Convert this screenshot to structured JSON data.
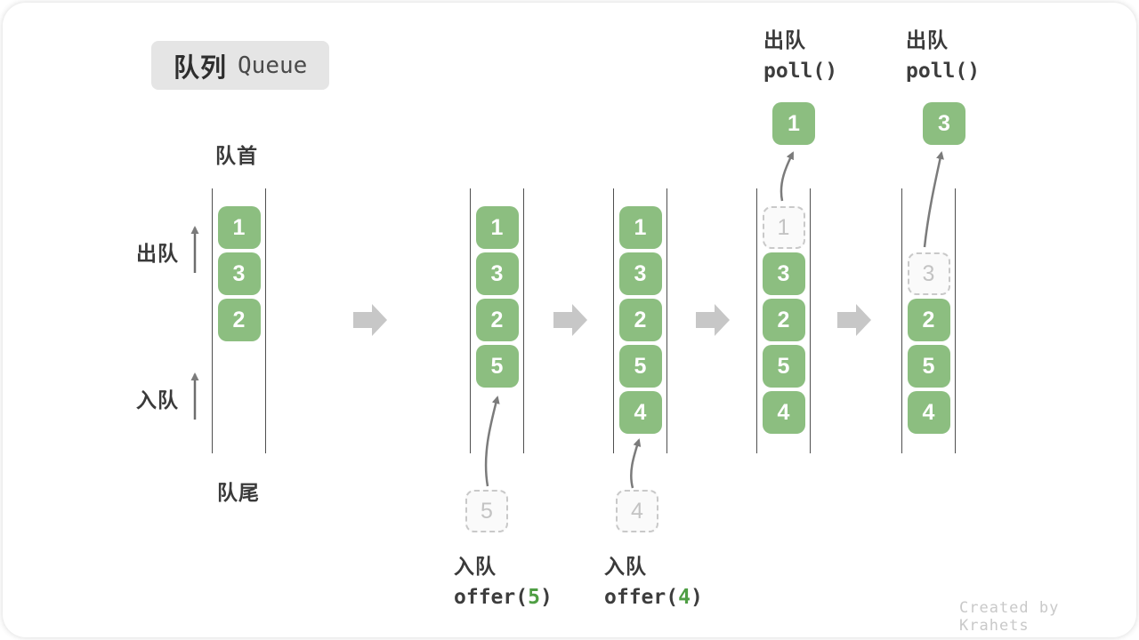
{
  "title": {
    "zh": "队列",
    "en": "Queue"
  },
  "labels": {
    "front": "队首",
    "rear": "队尾",
    "dequeue": "出队",
    "enqueue": "入队"
  },
  "columns": [
    {
      "boxes": [
        "1",
        "3",
        "2"
      ]
    },
    {
      "boxes": [
        "1",
        "3",
        "2",
        "5"
      ],
      "pending": "5"
    },
    {
      "boxes": [
        "1",
        "3",
        "2",
        "5",
        "4"
      ],
      "pending": "4"
    },
    {
      "ghost": "1",
      "boxes": [
        "3",
        "2",
        "5",
        "4"
      ],
      "result": "1"
    },
    {
      "ghost": "3",
      "boxes": [
        "2",
        "5",
        "4"
      ],
      "result": "3"
    }
  ],
  "operations": {
    "enqueue5": {
      "label": "入队",
      "fn_open": "offer(",
      "arg": "5",
      "fn_close": ")"
    },
    "enqueue4": {
      "label": "入队",
      "fn_open": "offer(",
      "arg": "4",
      "fn_close": ")"
    },
    "poll1": {
      "label": "出队",
      "fn": "poll()"
    },
    "poll2": {
      "label": "出队",
      "fn": "poll()"
    }
  },
  "watermark": "Created by Krahets",
  "colors": {
    "box_green": "#8cbe80",
    "code_green": "#4f9e44",
    "ghost_border": "#c9c9c9",
    "ghost_bg": "#fafafa",
    "ghost_text": "#c3c3c3",
    "wall": "#4f4f4f",
    "text_dark": "#3a3a3a",
    "code_dark": "#3d3d3d",
    "step_arrow": "#c7c7c7",
    "thin_arrow": "#7b7b7b",
    "title_bg": "#e5e5e5",
    "watermark_gray": "#c9c9c9"
  }
}
